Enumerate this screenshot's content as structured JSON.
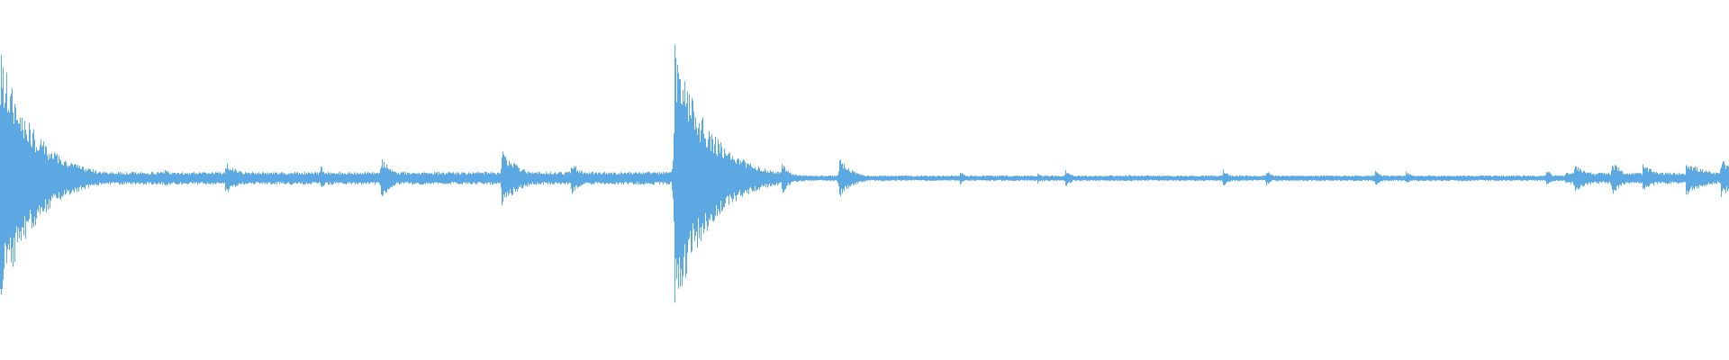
{
  "waveform": {
    "color": "#5ba8e2",
    "background": "#ffffff",
    "baseline_amplitude": 0.02,
    "bursts": [
      {
        "t": 0.0,
        "amp": 0.9,
        "decay": 0.02
      },
      {
        "t": 0.008,
        "amp": 0.4,
        "decay": 0.012
      },
      {
        "t": 0.045,
        "amp": 0.1,
        "decay": 0.006
      },
      {
        "t": 0.095,
        "amp": 0.07,
        "decay": 0.005
      },
      {
        "t": 0.13,
        "amp": 0.12,
        "decay": 0.01
      },
      {
        "t": 0.185,
        "amp": 0.09,
        "decay": 0.006
      },
      {
        "t": 0.22,
        "amp": 0.15,
        "decay": 0.008
      },
      {
        "t": 0.29,
        "amp": 0.2,
        "decay": 0.012
      },
      {
        "t": 0.33,
        "amp": 0.12,
        "decay": 0.008
      },
      {
        "t": 0.39,
        "amp": 0.95,
        "decay": 0.02
      },
      {
        "t": 0.452,
        "amp": 0.12,
        "decay": 0.005
      },
      {
        "t": 0.485,
        "amp": 0.15,
        "decay": 0.008
      },
      {
        "t": 0.555,
        "amp": 0.05,
        "decay": 0.004
      },
      {
        "t": 0.6,
        "amp": 0.04,
        "decay": 0.004
      },
      {
        "t": 0.616,
        "amp": 0.07,
        "decay": 0.004
      },
      {
        "t": 0.653,
        "amp": 0.03,
        "decay": 0.003
      },
      {
        "t": 0.707,
        "amp": 0.07,
        "decay": 0.004
      },
      {
        "t": 0.732,
        "amp": 0.06,
        "decay": 0.004
      },
      {
        "t": 0.795,
        "amp": 0.06,
        "decay": 0.004
      },
      {
        "t": 0.813,
        "amp": 0.05,
        "decay": 0.004
      },
      {
        "t": 0.894,
        "amp": 0.07,
        "decay": 0.004
      },
      {
        "t": 0.91,
        "amp": 0.1,
        "decay": 0.012
      },
      {
        "t": 0.932,
        "amp": 0.12,
        "decay": 0.008
      },
      {
        "t": 0.95,
        "amp": 0.1,
        "decay": 0.01
      },
      {
        "t": 0.975,
        "amp": 0.12,
        "decay": 0.015
      },
      {
        "t": 0.995,
        "amp": 0.14,
        "decay": 0.01
      }
    ],
    "dense_regions": [
      {
        "start": 0.0,
        "end": 0.39,
        "amp": 0.045
      },
      {
        "start": 0.39,
        "end": 0.44,
        "amp": 0.018
      },
      {
        "start": 0.905,
        "end": 1.0,
        "amp": 0.04
      }
    ]
  }
}
